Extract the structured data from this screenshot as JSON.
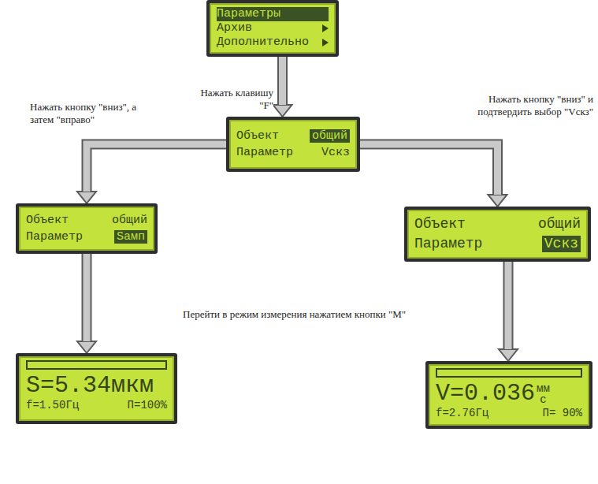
{
  "diagram": {
    "nodes": [
      {
        "text": [
          "Параметры",
          "Архив",
          "Дополнительно"
        ]
      },
      {
        "text": [
          "Объект",
          "общий",
          "Параметр",
          "Vскз"
        ]
      },
      {
        "text": [
          "Объект",
          "общий",
          "Параметр",
          "Sамп"
        ]
      },
      {
        "text": [
          "Объект",
          "общий",
          "Параметр",
          "Vскз"
        ]
      },
      {
        "text": [
          "S=5.34мкм",
          "f=1.50Гц",
          "П=100%"
        ]
      },
      {
        "text": [
          "V=0.036",
          "мм",
          "с",
          "f=2.76Гц",
          "П= 90%"
        ]
      }
    ],
    "edges": [
      {
        "from": 0,
        "to": 1,
        "arrow": "to",
        "label": "Нажать клавишу \"F\""
      },
      {
        "from": 1,
        "to": 2,
        "arrow": "to",
        "label": "Нажать кнопку \"вниз\", а затем \"вправо\""
      },
      {
        "from": 1,
        "to": 3,
        "arrow": "to",
        "label": "Нажать кнопку \"вниз\" и подтвердить выбор \"Vскз\""
      },
      {
        "from": 2,
        "to": 4,
        "arrow": "to"
      },
      {
        "from": 3,
        "to": 5,
        "arrow": "to"
      }
    ],
    "labels": [
      "Перейти в режим измерения нажатием кнопки \"M\""
    ]
  }
}
